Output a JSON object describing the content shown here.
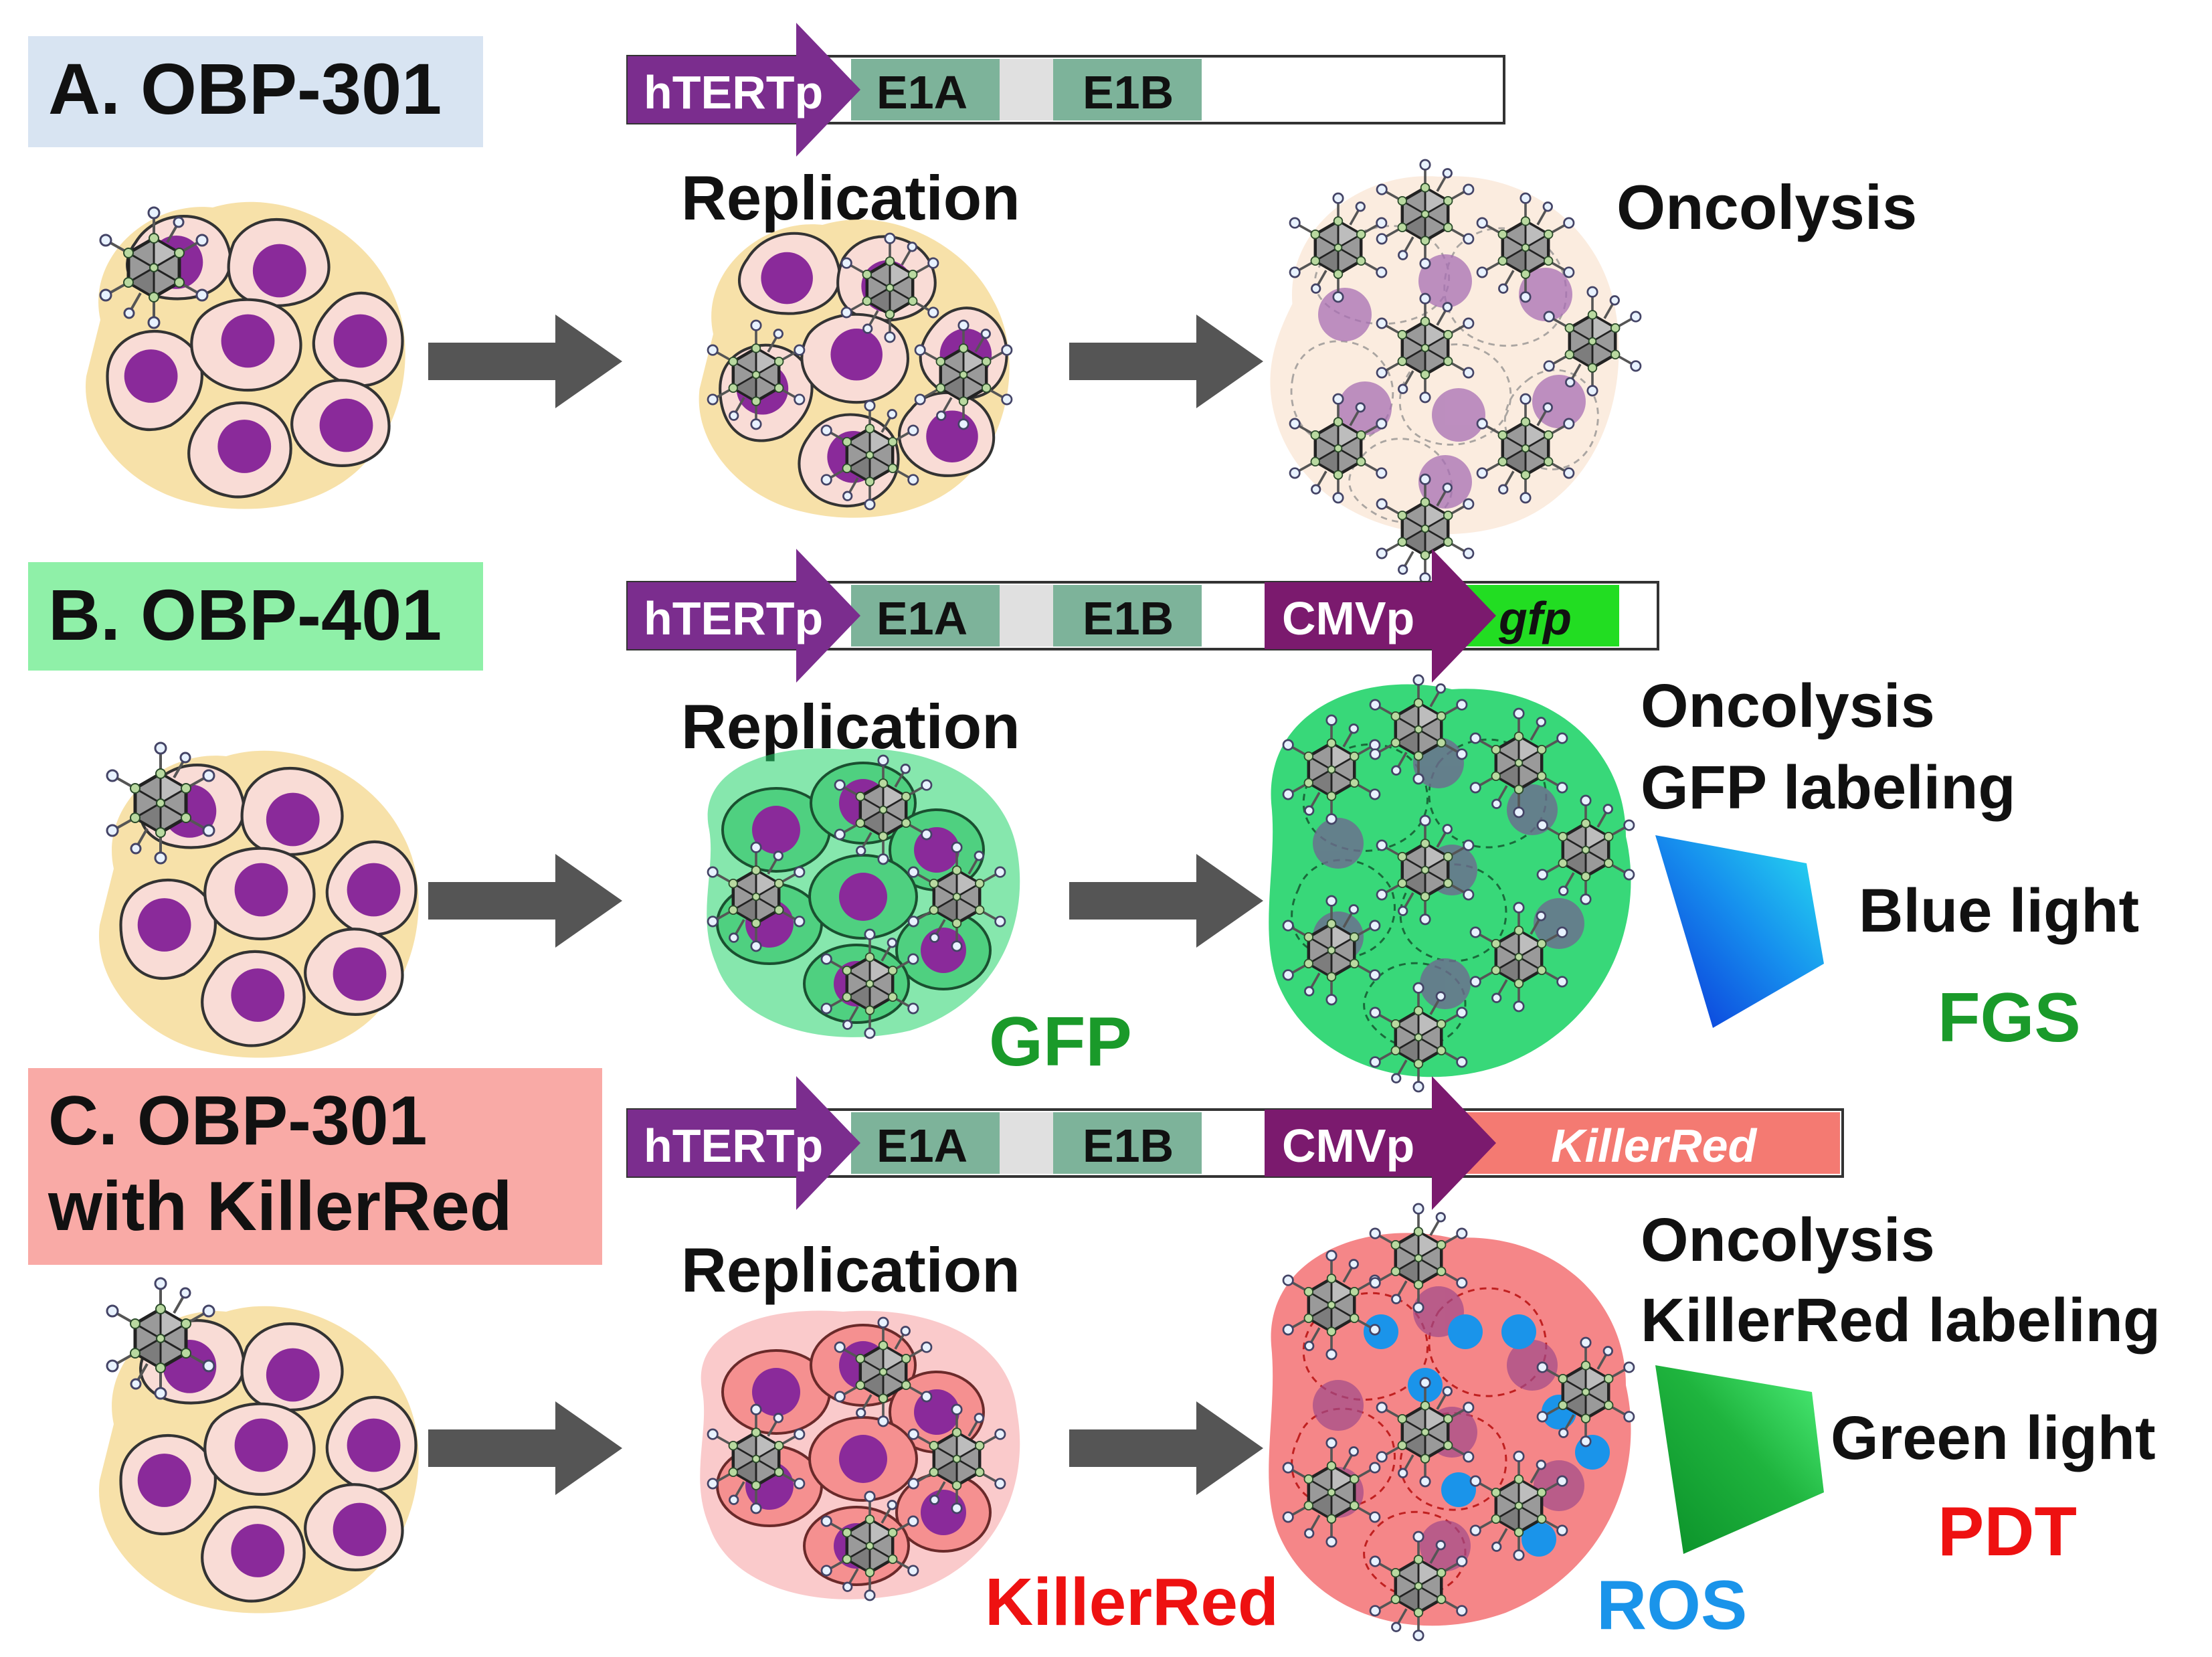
{
  "sections": [
    {
      "id": "A",
      "title": "A. OBP-301",
      "title_bg": "#d8e4f2",
      "construct": [
        "hTERTp",
        "E1A",
        "E1B"
      ],
      "step_label": "Replication",
      "result_lines": [
        "Oncolysis"
      ],
      "tint": "#f3c9a2"
    },
    {
      "id": "B",
      "title": "B. OBP-401",
      "title_bg": "#8ff0a8",
      "construct": [
        "hTERTp",
        "E1A",
        "E1B",
        "CMVp",
        "gfp"
      ],
      "step_label": "Replication",
      "reporter_label": "GFP",
      "result_lines": [
        "Oncolysis",
        "GFP labeling"
      ],
      "light_label": "Blue light",
      "application_label": "FGS",
      "tint": "#22d46a"
    },
    {
      "id": "C",
      "title_lines": [
        "C. OBP-301",
        "with KillerRed"
      ],
      "title_bg": "#f9aaa6",
      "construct": [
        "hTERTp",
        "E1A",
        "E1B",
        "CMVp",
        "KillerRed"
      ],
      "step_label": "Replication",
      "reporter_label": "KillerRed",
      "result_lines": [
        "Oncolysis",
        "KillerRed labeling"
      ],
      "light_label": "Green light",
      "application_label": "PDT",
      "ros_label": "ROS",
      "tint": "#f2686a"
    }
  ],
  "colors": {
    "promoter": "#7b2d8e",
    "cmv_promoter": "#7b1a6e",
    "gene_block": "#7db39a",
    "gfp_gene": "#22dd22",
    "killerred_gene": "#f47a72",
    "arrow": "#555555",
    "cell_fill": "#f9dcd6",
    "nucleus": "#8a2a9a",
    "tumor_halo": "#f6dc9a",
    "green_text": "#1a9a2a",
    "red_text": "#ee1111",
    "ros_blue": "#1a94ea",
    "blue_light": "#1464e0",
    "green_light": "#19a33a"
  },
  "icons": [
    "adenovirus-icon",
    "tumor-cell-cluster",
    "process-arrow",
    "light-beam"
  ]
}
